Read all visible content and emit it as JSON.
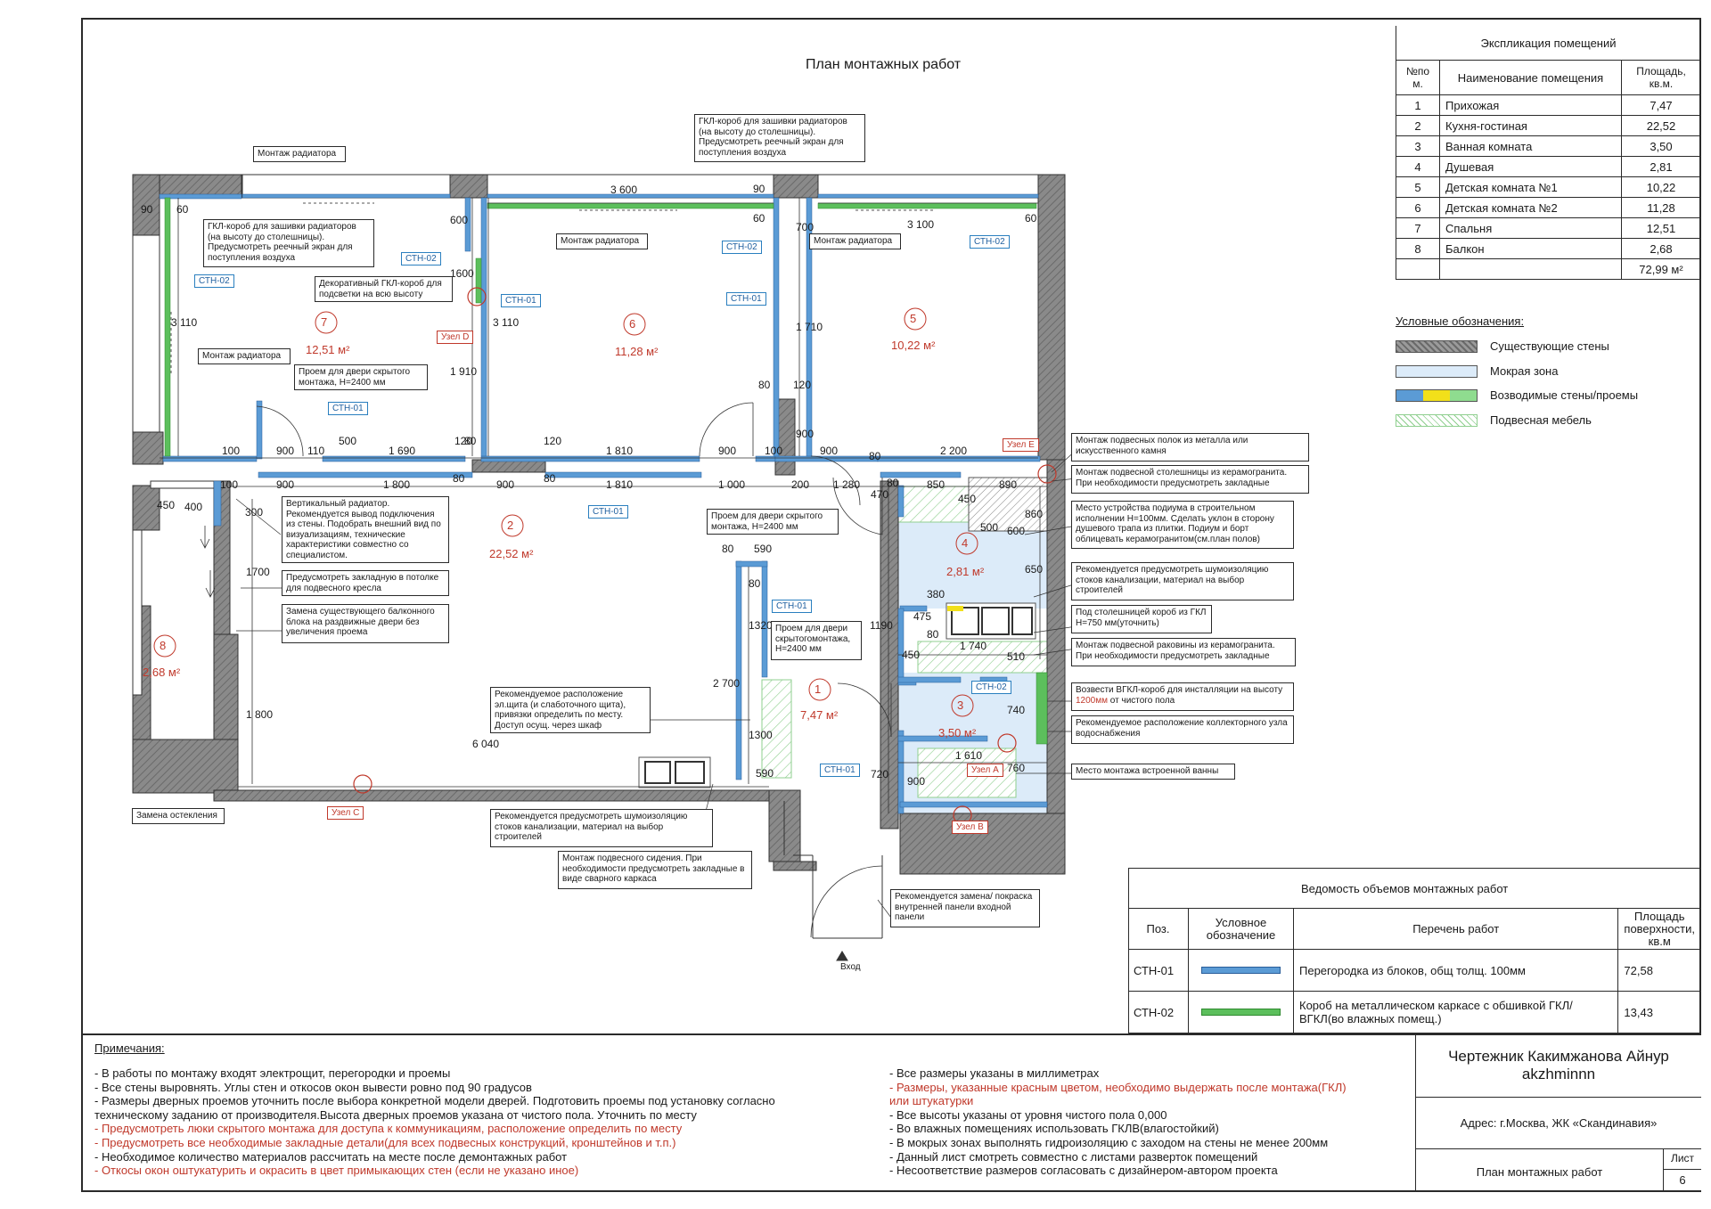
{
  "title": "План монтажных работ",
  "explication": {
    "title": "Экспликация помещений",
    "headers": [
      "№по м.",
      "Наименование помещения",
      "Площадь, кв.м."
    ],
    "rows": [
      [
        "1",
        "Прихожая",
        "7,47"
      ],
      [
        "2",
        "Кухня-гостиная",
        "22,52"
      ],
      [
        "3",
        "Ванная комната",
        "3,50"
      ],
      [
        "4",
        "Душевая",
        "2,81"
      ],
      [
        "5",
        "Детская комната №1",
        "10,22"
      ],
      [
        "6",
        "Детская комната №2",
        "11,28"
      ],
      [
        "7",
        "Спальня",
        "12,51"
      ],
      [
        "8",
        "Балкон",
        "2,68"
      ]
    ],
    "total": "72,99 м²"
  },
  "legend": {
    "title": "Условные обозначения:",
    "items": [
      {
        "label": "Существующие стены",
        "swatch": "existing-wall"
      },
      {
        "label": "Мокрая зона",
        "swatch": "wet-zone"
      },
      {
        "label": "Возводимые стены/проемы",
        "swatch": "new-walls"
      },
      {
        "label": "Подвесная мебель",
        "swatch": "hanging-furniture"
      }
    ]
  },
  "colors": {
    "existing_wall": "#7d7d7d",
    "wet_zone": "#dcebf9",
    "new_wall_blue": "#5b9bd5",
    "new_wall_green": "#5cbf5c",
    "new_wall_yellow": "#f2e01a",
    "hanging_furniture": "#8fcf8f",
    "red_text": "#c0392b",
    "tag_blue": "#2a7fbf"
  },
  "rooms": [
    {
      "num": "7",
      "area": "12,51 м²"
    },
    {
      "num": "6",
      "area": "11,28 м²"
    },
    {
      "num": "5",
      "area": "10,22 м²"
    },
    {
      "num": "2",
      "area": "22,52 м²"
    },
    {
      "num": "4",
      "area": "2,81 м²"
    },
    {
      "num": "8",
      "area": "2,68 м²"
    },
    {
      "num": "1",
      "area": "7,47 м²"
    },
    {
      "num": "3",
      "area": "3,50 м²"
    }
  ],
  "tags": {
    "sth01": "СТН-01",
    "sth02": "СТН-02"
  },
  "nodes": {
    "a": "Узел А",
    "b": "Узел В",
    "c": "Узел С",
    "d": "Узел D",
    "e": "Узел Е"
  },
  "entrance": "Вход",
  "dimensions": {
    "d90": "90",
    "d60": "60",
    "d3600": "3 600",
    "d3100": "3 100",
    "d600": "600",
    "d700": "700",
    "d3110": "3 110",
    "d1600": "1600",
    "d1910": "1 910",
    "d1710": "1 710",
    "d80": "80",
    "d120": "120",
    "d100": "100",
    "d900": "900",
    "d110": "110",
    "d500": "500",
    "d1690": "1 690",
    "d1810": "1 810",
    "d2200": "2 200",
    "d1800": "1 800",
    "d1000": "1 000",
    "d200": "200",
    "d1280": "1 280",
    "d850": "850",
    "d890": "890",
    "d450": "450",
    "d400": "400",
    "d300": "300",
    "d1700": "1700",
    "d470": "470",
    "d860": "860",
    "d650": "650",
    "d590": "590",
    "d1320": "1320",
    "d2700": "2 700",
    "d1190": "1190",
    "d380": "380",
    "d475": "475",
    "d1740": "1 740",
    "d510": "510",
    "d740": "740",
    "d6040": "6 040",
    "d1300": "1300",
    "d1610": "1 610",
    "d760": "760",
    "d720": "720"
  },
  "annotations": {
    "radiator_mount": "Монтаж радиатора",
    "gkl_box_top": "ГКЛ-короб для зашивки радиаторов (на высоту до столешницы). Предусмотреть реечный экран для поступления воздуха",
    "gkl_box_left": "ГКЛ-короб для зашивки радиаторов (на высоту до столешницы). Предусмотреть реечный экран для поступления воздуха",
    "decor_box": "Декоративный ГКЛ-короб для подсветки на всю высоту",
    "hidden_door_7": "Проем для двери скрытого монтажа, H=2400 мм",
    "hidden_door_2": "Проем для двери скрытого монтажа, H=2400 мм",
    "hidden_door_1": "Проем для двери скрытогомонтажа, H=2400 мм",
    "vertical_radiator": "Вертикальный радиатор. Рекомендуется вывод подключения из стены. Подобрать внешний вид по визуализациям, технические характеристики совместно со специалистом.",
    "ceiling_chair": "Предусмотреть закладную в потолке для подвесного кресла",
    "balcony_block": "Замена существующего балконного блока на раздвижные двери без увеличения проема",
    "electric_panel": "Рекомендуемое расположение эл.щита (и слаботочного щита), привязки определить по месту. Доступ осущ. через шкаф",
    "noise_insulation_hall": "Рекомендуется предусмотреть шумоизоляцию стоков канализации, материал на выбор строителей",
    "hanging_seat": "Монтаж подвесного сидения. При необходимости предусмотреть закладные в виде сварного каркаса",
    "entrance_panel": "Рекомендуется замена/ покраска внутренней панели входной панели",
    "glazing": "Замена остекления",
    "shelves": "Монтаж подвесных полок из металла или искусственного камня",
    "tabletop": "Монтаж подвесной столешницы из керамогранита. При необходимости предусмотреть закладные",
    "podium": "Место устройства подиума в строительном исполнении H=100мм. Сделать уклон в сторону душевого трапа из плитки. Подиум и борт облицевать керамогранитом(см.план полов)",
    "noise_insulation_bath": "Рекомендуется предусмотреть шумоизоляцию стоков канализации, материал на выбор строителей",
    "under_tabletop_prefix": "Под столешницей короб из ГКЛ",
    "under_tabletop_suffix": "H=750 мм(уточнить)",
    "sink_mount": "Монтаж подвесной раковины из керамогранита. При необходимости предусмотреть закладные",
    "vgkl_box_prefix": "Возвести ВГКЛ-короб для инсталляции на высоту",
    "vgkl_box_red": "1200мм",
    "vgkl_box_suffix": "от чистого пола",
    "collector": "Рекомендуемое расположение коллекторного узла водоснабжения",
    "bath_place": "Место монтажа встроенной ванны"
  },
  "works": {
    "title": "Ведомость объемов монтажных работ",
    "headers": [
      "Поз.",
      "Условное обозначение",
      "Перечень работ",
      "Площадь поверхности, кв.м"
    ],
    "rows": [
      {
        "pos": "СТН-01",
        "color": "#5b9bd5",
        "work": "Перегородка из блоков, общ толщ. 100мм",
        "area": "72,58"
      },
      {
        "pos": "СТН-02",
        "color": "#5cbf5c",
        "work": "Короб на металлическом каркасе с обшивкой ГКЛ/ВГКЛ(во влажных помещ.)",
        "area": "13,43"
      }
    ]
  },
  "notes": {
    "title": "Примечания:",
    "left": [
      {
        "text": "- В работы по монтажу входят электрощит, перегородки и проемы",
        "red": false
      },
      {
        "text": "- Все стены выровнять. Углы стен и откосов окон вывести ровно под 90 градусов",
        "red": false
      },
      {
        "text": "- Размеры дверных проемов уточнить после выбора конкретной модели дверей. Подготовить проемы под установку согласно",
        "red": false
      },
      {
        "text": "техническому заданию от производителя.Высота дверных проемов указана от чистого пола. Уточнить по месту",
        "red": false
      },
      {
        "text": "- Предусмотреть люки скрытого монтажа для доступа к коммуникациям, расположение определить по месту",
        "red": true
      },
      {
        "text": "- Предусмотреть все необходимые закладные детали(для всех подвесных конструкций, кронштейнов и т.п.)",
        "red": true
      },
      {
        "text": "- Необходимое количество материалов рассчитать на месте после демонтажных работ",
        "red": false
      },
      {
        "text": "- Откосы окон оштукатурить и окрасить в цвет примыкающих стен (если не указано иное)",
        "red": true
      }
    ],
    "right": [
      {
        "text": "- Все размеры указаны в миллиметрах",
        "red": false
      },
      {
        "text": "- Размеры, указанные красным цветом, необходимо выдержать после монтажа(ГКЛ)",
        "red": true
      },
      {
        "text": "или штукатурки",
        "red": true
      },
      {
        "text": "- Все высоты указаны от уровня чистого пола 0,000",
        "red": false
      },
      {
        "text": "- Во влажных помещениях использовать ГКЛВ(влагостойкий)",
        "red": false
      },
      {
        "text": "- В мокрых зонах выполнять гидроизоляцию с заходом на стены не менее 200мм",
        "red": false
      },
      {
        "text": "- Данный лист смотреть совместно с листами разверток помещений",
        "red": false
      },
      {
        "text": "- Несоответствие размеров согласовать с дизайнером-автором проекта",
        "red": false
      }
    ]
  },
  "stamp": {
    "author": "Чертежник Какимжанова Айнур akzhminnn",
    "address": "Адрес: г.Москва, ЖК «Скандинавия»",
    "sheet_title": "План монтажных работ",
    "sheet_label": "Лист",
    "sheet_number": "6"
  }
}
